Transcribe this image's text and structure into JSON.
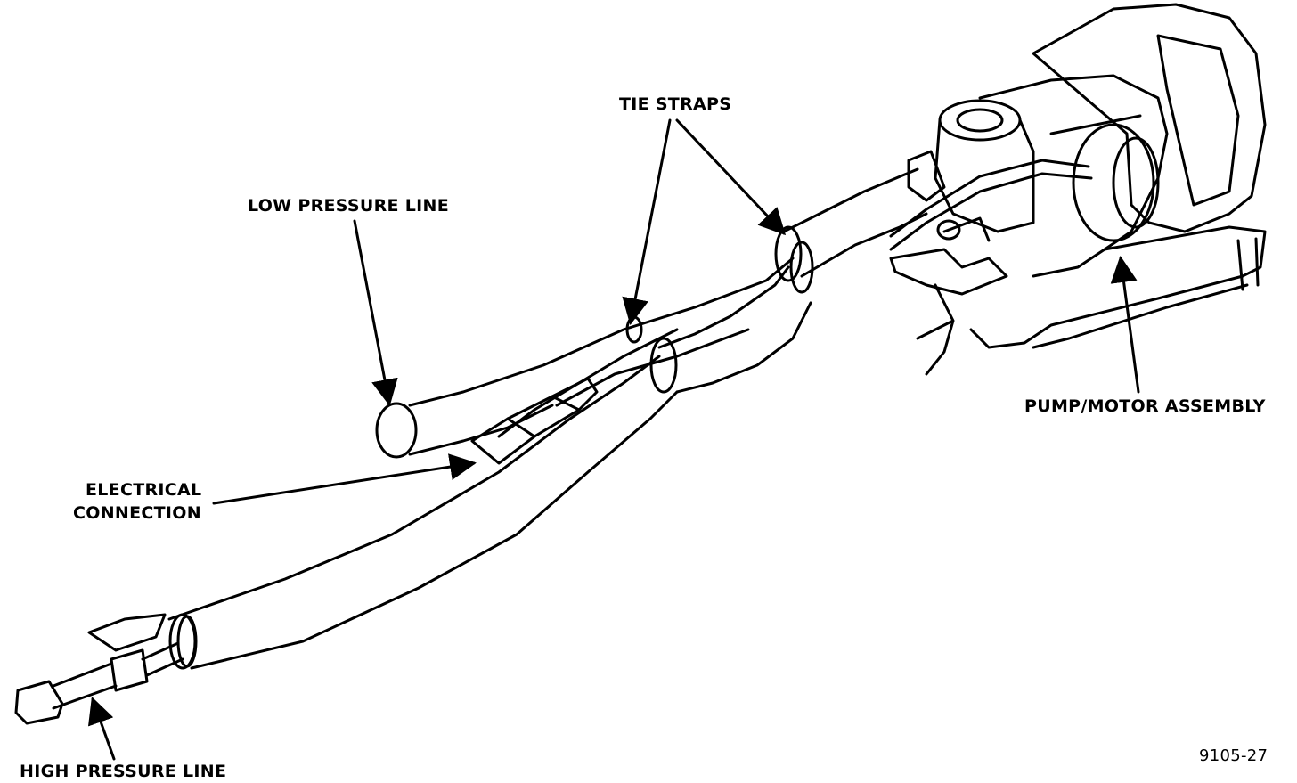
{
  "labels": {
    "tie_straps": "TIE STRAPS",
    "low_pressure_line": "LOW PRESSURE LINE",
    "pump_motor_assembly": "PUMP/MOTOR ASSEMBLY",
    "electrical_connection_line1": "ELECTRICAL",
    "electrical_connection_line2": "CONNECTION",
    "high_pressure_line": "HIGH PRESSURE LINE"
  },
  "figure_number": "9105-27"
}
